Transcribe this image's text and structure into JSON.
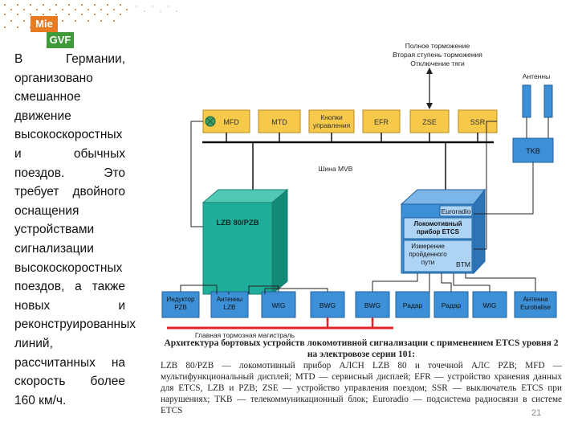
{
  "logo": {
    "top": "Mie",
    "bottom": "GVF"
  },
  "slide_text": "В Германии, организовано смешанное движение высокоскоростных и обычных поездов. Это требует двойного оснащения устройствами сигнализации высокоскоростных поездов, а также новых и реконструированных линий, рассчитанных на скорость более 160 км/ч.",
  "diagram": {
    "top_note": [
      "Полное торможение",
      "Вторая ступень торможения",
      "Отключение тяги"
    ],
    "antenna_label": "Антенны",
    "tkb": "TKB",
    "top_boxes": [
      "MFD",
      "MTD",
      "Кнопки управления",
      "EFR",
      "ZSE",
      "SSR"
    ],
    "bus_label": "Шина MVB",
    "lzb": "LZB 80/PZB",
    "etcs_euroradio": "Euroradio",
    "etcs_main": "Локомотивный прибор ETCS",
    "etcs_measure": "Измерение пройденного пути",
    "etcs_btm": "BTM",
    "bottom_boxes": [
      "Индуктор PZB",
      "Антенны LZB",
      "WIG",
      "BWG",
      "BWG",
      "Радар",
      "Радар",
      "WIG",
      "Антенна Eurobalise"
    ],
    "brake_label": "Главная тормозная магистраль"
  },
  "caption": {
    "title": "Архитектура бортовых устройств локомотивной сигнализации с применением ETCS уровня 2 на электровозе серии 101:",
    "body": "LZB 80/PZB — локомотивный прибор АЛСН LZB 80 и точечной АЛС PZB; MFD — мультифункциональный дисплей; MTD — сервисный дисплей; EFR — устройство хранения данных для ETCS, LZB и PZB; ZSE — устройство управления поездом; SSR — выключатель ETCS при нарушениях; TKB — телекоммуникационный блок; Euroradio — подсистема радиосвязи в системе ETCS"
  },
  "page_number": "21",
  "colors": {
    "yellow": "#f6c94b",
    "blue": "#3d8fd6",
    "teal": "#1fae9a",
    "red": "#e0262a"
  }
}
